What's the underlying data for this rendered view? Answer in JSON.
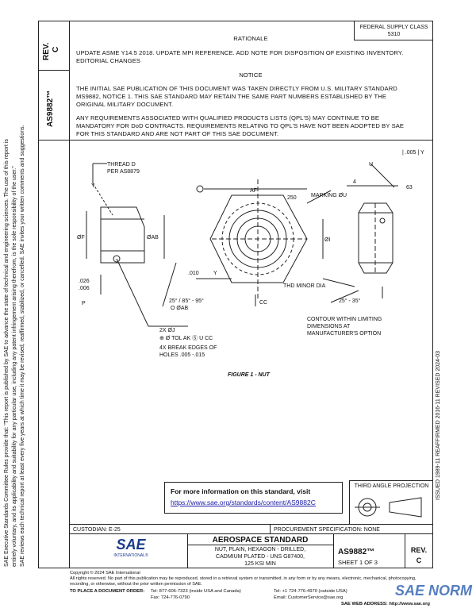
{
  "sidebar": {
    "rev_label": "REV.",
    "rev_value": "C",
    "doc_number": "AS9882™",
    "disclaimer": [
      "SAE Executive Standards Committee Rules provide that: \"This report is published by SAE to advance the state of technical and engineering sciences. The use of this report is",
      "entirely voluntary, and its applicability and suitability for any particular use, including any patent infringement arising therefrom, is the sole responsibility of the user.\"",
      "SAE reviews each technical report at least every five years at which time it may be revised, reaffirmed, stabilized, or cancelled. SAE invites your written comments and suggestions."
    ]
  },
  "header": {
    "federal_supply_class": "FEDERAL SUPPLY CLASS",
    "fsc_number": "5310"
  },
  "rationale": {
    "heading": "RATIONALE",
    "lines": [
      "UPDATE ASME Y14.5 2018. UPDATE MPI REFERENCE. ADD NOTE FOR DISPOSITION OF EXISTING INVENTORY.",
      "EDITORIAL CHANGES"
    ]
  },
  "notice": {
    "heading": "NOTICE",
    "para1": [
      "THE INITIAL SAE PUBLICATION OF THIS DOCUMENT WAS TAKEN DIRECTLY FROM U.S. MILITARY STANDARD",
      "MS9882, NOTICE 1. THIS SAE STANDARD MAY RETAIN THE SAME PART NUMBERS ESTABLISHED BY THE",
      "ORIGINAL MILITARY DOCUMENT."
    ],
    "para2": [
      "ANY REQUIREMENTS ASSOCIATED WITH QUALIFIED PRODUCTS LISTS (QPL'S) MAY CONTINUE TO BE",
      "MANDATORY FOR DoD CONTRACTS. REQUIREMENTS RELATING TO QPL'S HAVE NOT BEEN ADOPTED BY SAE",
      "FOR THIS STANDARD AND ARE NOT PART OF THIS SAE DOCUMENT."
    ]
  },
  "drawing": {
    "thread_label": "THREAD D",
    "thread_ref": "PER AS8879",
    "datum_y": "Y",
    "dim_f": "ØF",
    "dim_ab": "ØAB",
    "dim_026": ".026",
    "dim_006": ".006",
    "datum_p": "P",
    "angle_label": "25° / 85° - 95°",
    "ab_label": "O ØAB",
    "holes_2x": "2X ØJ",
    "fcf_holes": "⊕ Ø TOL AK Ⓢ U CC",
    "break_edges": "4X BREAK EDGES OF",
    "break_holes": "HOLES .005 -.015",
    "dim_af": "AF",
    "surface_250": "250",
    "marking": "MARKING ØU",
    "dim_010": ".010",
    "dim_y": "Y",
    "dim_i": "ØI",
    "thd_minor": "THD MINOR DIA",
    "datum_cc": "CC",
    "flatness": "| .005 | Y",
    "datum_u": "U",
    "dim_4": "4",
    "surface_63": "63",
    "angle_2535": "25° - 35°",
    "contour": [
      "CONTOUR WITHIN LIMITING",
      "DIMENSIONS AT",
      "MANUFACTURER'S OPTION"
    ],
    "figure_caption": "FIGURE 1 - NUT"
  },
  "revision_strip": "ISSUED 1989-11    REAFFIRMED 2016-11    REVISED 2024-03",
  "info_box": {
    "title": "For more information on this standard, visit",
    "link": "https://www.sae.org/standards/content/AS9882C"
  },
  "projection": "THIRD ANGLE PROJECTION",
  "title_block": {
    "custodian": "CUSTODIAN: E-25",
    "procurement": "PROCUREMENT SPECIFICATION: NONE",
    "logo": "SAE",
    "logo_sub": "INTERNATIONAL®",
    "aero": "AEROSPACE STANDARD",
    "desc": [
      "NUT, PLAIN, HEXAGON - DRILLED,",
      "CADMIUM PLATED - UNS G87400,",
      "125 KSI MIN"
    ],
    "doc_number": "AS9882™",
    "sheet": "SHEET 1 OF 3",
    "rev_label": "REV.",
    "rev_value": "C"
  },
  "footer": {
    "copyright": "Copyright © 2024 SAE International",
    "rights": "All rights reserved. No part of this publication may be reproduced, stored in a retrieval system or transmitted, in any form or by any means, electronic, mechanical, photocopying,",
    "rights2": "recording, or otherwise, without the prior written permission of SAE.",
    "order_label": "TO PLACE A DOCUMENT ORDER:",
    "tel1": "Tel: 877-606-7323 (inside USA and Canada)",
    "tel2": "Tel: +1 724-776-4970 (outside USA)",
    "fax": "Fax: 724-776-0790",
    "email": "Email: CustomerService@sae.org",
    "web": "SAE WEB ADDRESS: http://www.sae.org",
    "watermark": "SAE NORM"
  }
}
